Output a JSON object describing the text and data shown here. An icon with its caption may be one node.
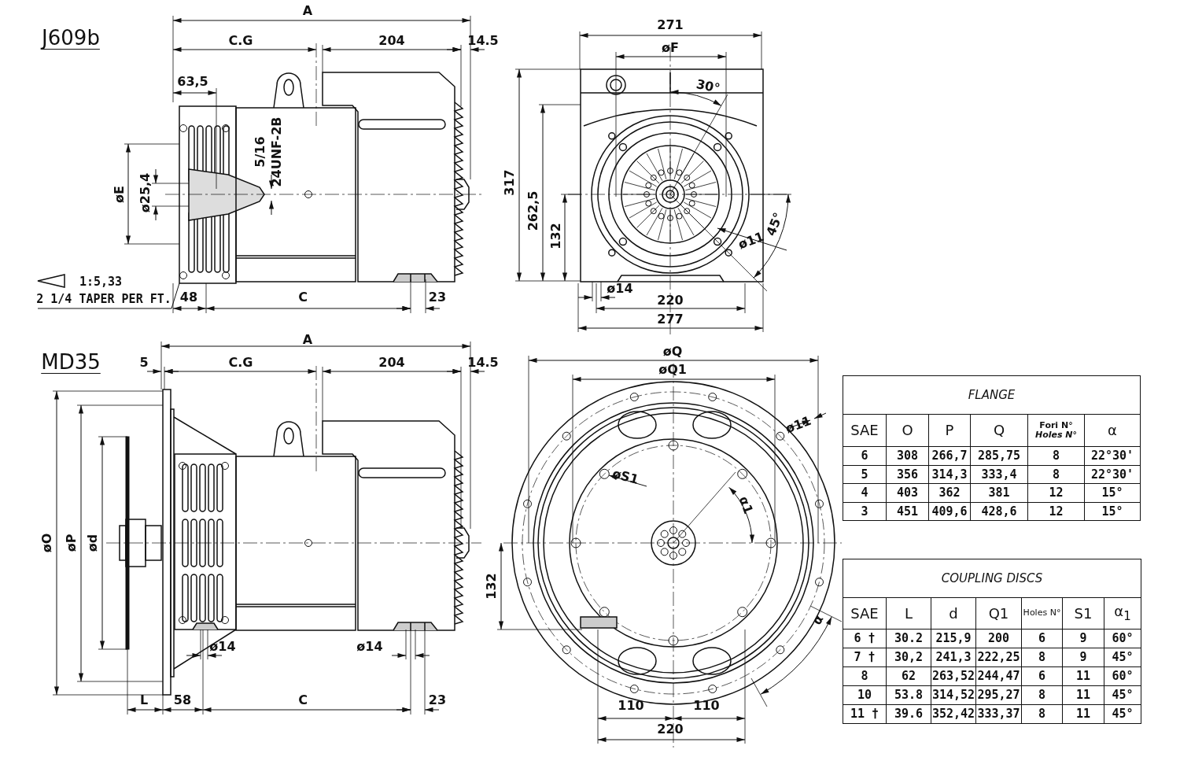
{
  "diagram": {
    "labels": [
      "J609b",
      "A",
      "C.G",
      "204",
      "14.5",
      "271",
      "øF",
      "63,5",
      "30°",
      "5/16",
      "24UNF-2B",
      "317",
      "262,5",
      "132",
      "øE",
      "ø25,4",
      "45°",
      "ø11",
      "1:5,33",
      "2 1/4 TAPER PER FT.",
      "48",
      "C",
      "23",
      "ø14",
      "220",
      "277",
      "A",
      "MD35",
      "5",
      "C.G",
      "204",
      "14.5",
      "øQ",
      "øQ1",
      "ø11",
      "øS1",
      "α1",
      "øO",
      "øP",
      "ød",
      "132",
      "α",
      "ø14",
      "ø14",
      "L",
      "58",
      "C",
      "23",
      "110",
      "110",
      "220",
      "FLANGE",
      "SAE",
      "O",
      "P",
      "Q",
      "Fori N°",
      "Holes N°",
      "α",
      "6",
      "308",
      "266,7",
      "285,75",
      "8",
      "22°30'",
      "5",
      "356",
      "314,3",
      "333,4",
      "8",
      "22°30'",
      "4",
      "403",
      "362",
      "381",
      "12",
      "15°",
      "3",
      "451",
      "409,6",
      "428,6",
      "12",
      "15°",
      "COUPLING DISCS",
      "SAE",
      "L",
      "d",
      "Q1",
      "Holes N°",
      "S1",
      "α$_{1}$",
      "6 †",
      "30.2",
      "215,9",
      "200",
      "6",
      "9",
      "60°",
      "7 †",
      "30,2",
      "241,3",
      "222,25",
      "8",
      "9",
      "45°",
      "8",
      "62",
      "263,52",
      "244,47",
      "6",
      "11",
      "60°",
      "10",
      "53.8",
      "314,52",
      "295,27",
      "8",
      "11",
      "45°",
      "11 †",
      "39.6",
      "352,42",
      "333,37",
      "8",
      "11",
      "45°"
    ]
  }
}
